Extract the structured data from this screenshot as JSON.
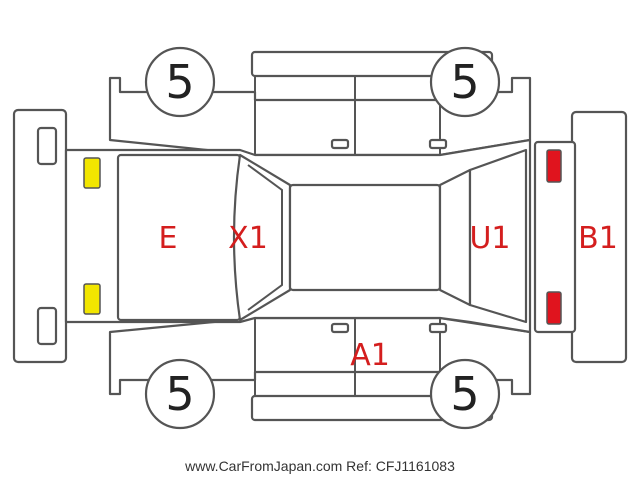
{
  "colors": {
    "outline": "#555555",
    "code_text": "#d41e1e",
    "front_light": "#f2e600",
    "rear_light": "#e0141e"
  },
  "tires": {
    "front_left": "5",
    "rear_left": "5",
    "front_right": "5",
    "rear_right": "5"
  },
  "codes": {
    "hood": "E",
    "windshield": "X1",
    "rear_window": "U1",
    "rear_bumper": "B1",
    "right_side": "A1"
  },
  "footer": {
    "reference": "www.CarFromJapan.com Ref: CFJ1161083"
  }
}
